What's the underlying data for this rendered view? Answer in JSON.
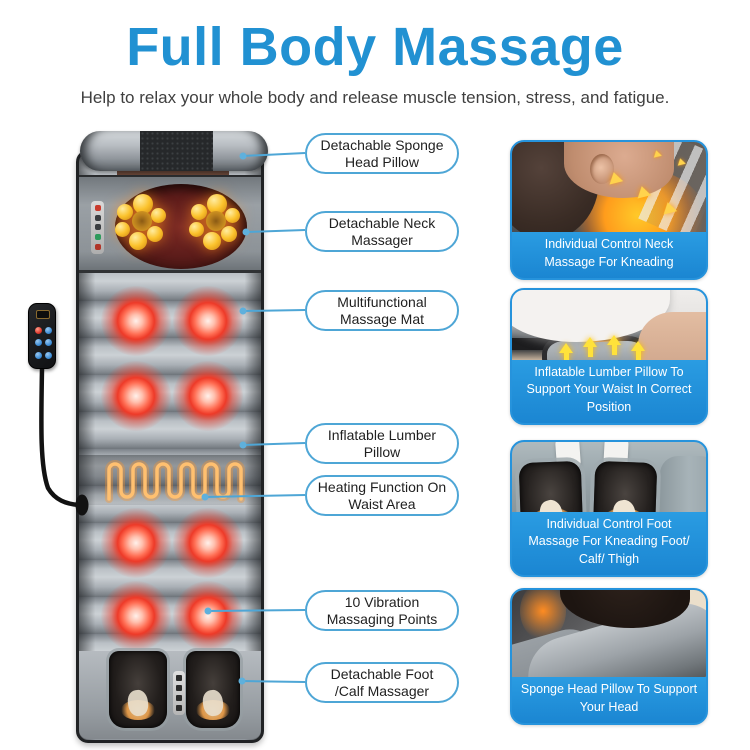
{
  "header": {
    "title": "Full Body Massage",
    "subtitle": "Help to relax your whole body and release muscle tension, stress, and fatigue."
  },
  "callouts": [
    {
      "label": "Detachable Sponge Head Pillow"
    },
    {
      "label": "Detachable Neck Massager"
    },
    {
      "label": "Multifunctional Massage Mat"
    },
    {
      "label": "Inflatable Lumber Pillow"
    },
    {
      "label": "Heating Function On Waist Area"
    },
    {
      "label": "10 Vibration Massaging Points"
    },
    {
      "label": "Detachable Foot /Calf Massager"
    }
  ],
  "feature_cards": [
    {
      "caption": "Individual Control Neck Massage For Kneading"
    },
    {
      "caption": "Inflatable Lumber Pillow To Support Your Waist In Correct Position"
    },
    {
      "caption": "Individual Control Foot Massage For Kneading Foot/ Calf/ Thigh"
    },
    {
      "caption": "Sponge Head Pillow To Support Your Head"
    }
  ],
  "product": {
    "vibration_point_count": 8,
    "remote_button_colors": [
      "red",
      "blue",
      "blue",
      "blue",
      "blue",
      "blue"
    ]
  },
  "colors": {
    "title_blue": "#2191d2",
    "banner_blue": "#1f8ed8",
    "callout_border": "#4ea6d6",
    "connector_line": "#4ea6d6",
    "vibration_red": "#ee3a28",
    "heating_coil_orange": "#ffc070",
    "massage_ball_yellow": "#fbc22c"
  }
}
